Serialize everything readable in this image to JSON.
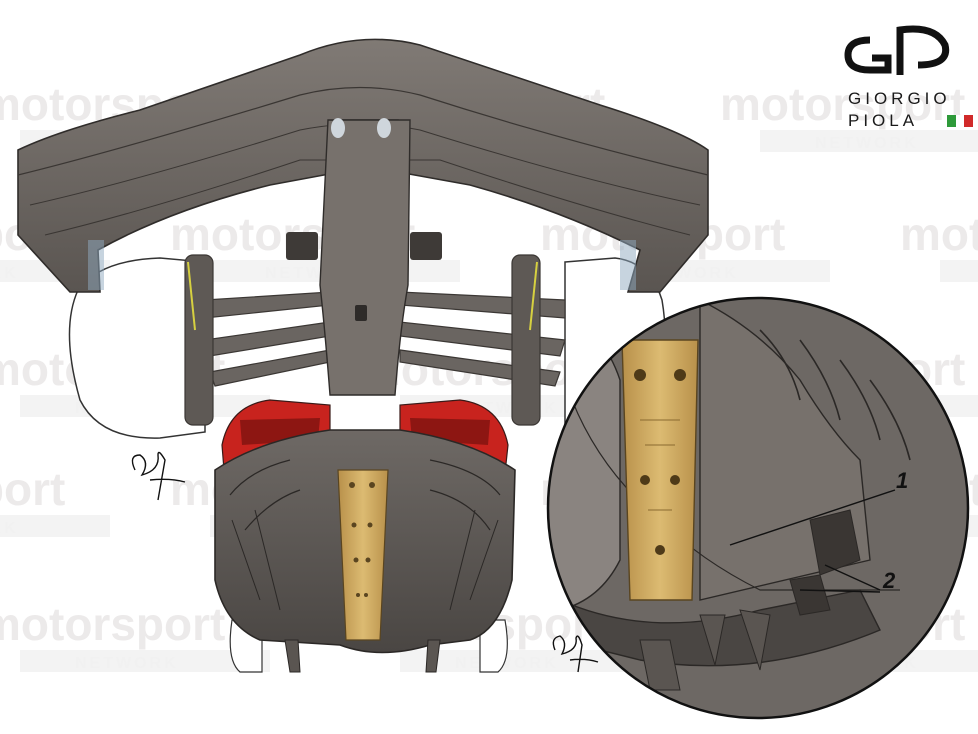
{
  "watermark": {
    "brand_word": "motorsport",
    "network_word": "NETWORK"
  },
  "logo": {
    "name_line1": "GIORGIO",
    "name_line2": "PIOLA",
    "flag_colors": [
      "#2e9a3a",
      "#ffffff",
      "#d12a2a"
    ]
  },
  "callouts": {
    "label_1": "1",
    "label_2": "2"
  },
  "colors": {
    "body_grey": "#6f6a66",
    "body_dark": "#4a4643",
    "floor_gold": "#c9a55a",
    "ferrari_red": "#c8231e",
    "tyre_white": "#ffffff"
  },
  "signature_icon": "artist-signature-icon"
}
